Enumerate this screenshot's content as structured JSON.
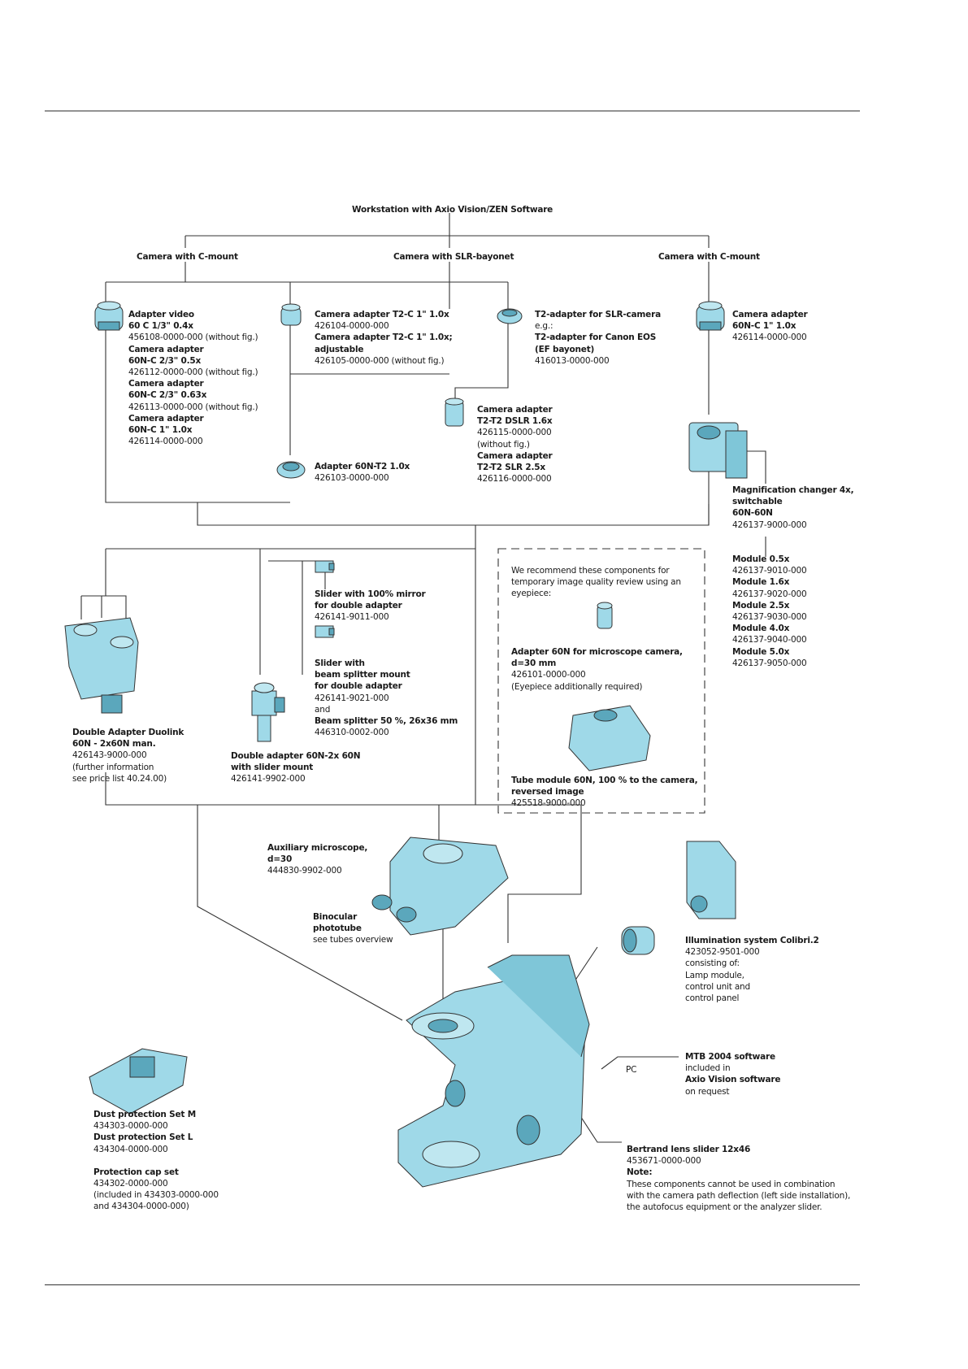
{
  "top": {
    "workstation": "Workstation with Axio Vision/ZEN Software",
    "cam_left": "Camera with C-mount",
    "cam_mid": "Camera with SLR-bayonet",
    "cam_right": "Camera with C-mount"
  },
  "adapter_video": {
    "l1": "Adapter video",
    "l2": "60 C 1/3\" 0.4x",
    "l3": "456108-0000-000 (without fig.)",
    "l4": "Camera adapter",
    "l5": "60N-C 2/3\" 0.5x",
    "l6": "426112-0000-000 (without fig.)",
    "l7": "Camera adapter",
    "l8": "60N-C 2/3\" 0.63x",
    "l9": "426113-0000-000 (without fig.)",
    "l10": "Camera adapter",
    "l11": "60N-C 1\" 1.0x",
    "l12": "426114-0000-000"
  },
  "t2c": {
    "l1": "Camera adapter T2-C 1\" 1.0x",
    "l2": "426104-0000-000",
    "l3": "Camera adapter T2-C 1\" 1.0x;",
    "l4": "adjustable",
    "l5": "426105-0000-000 (without fig.)"
  },
  "t2slr": {
    "l1": "T2-adapter for SLR-camera",
    "l2": "e.g.:",
    "l3": "T2-adapter for Canon EOS",
    "l4": "(EF bayonet)",
    "l5": "416013-0000-000"
  },
  "cam60nc": {
    "l1": "Camera adapter",
    "l2": "60N-C 1\" 1.0x",
    "l3": "426114-0000-000"
  },
  "t2t2": {
    "l1": "Camera adapter",
    "l2": "T2-T2 DSLR 1.6x",
    "l3": "426115-0000-000",
    "l4": "(without fig.)",
    "l5": "Camera adapter",
    "l6": "T2-T2 SLR 2.5x",
    "l7": "426116-0000-000"
  },
  "adapter60nt2": {
    "l1": "Adapter 60N-T2 1.0x",
    "l2": "426103-0000-000"
  },
  "magchanger": {
    "l1": "Magnification changer 4x,",
    "l2": "switchable",
    "l3": "60N-60N",
    "l4": "426137-9000-000",
    "m1": "Module 0.5x",
    "m1n": "426137-9010-000",
    "m2": "Module 1.6x",
    "m2n": "426137-9020-000",
    "m3": "Module 2.5x",
    "m3n": "426137-9030-000",
    "m4": "Module 4.0x",
    "m4n": "426137-9040-000",
    "m5": "Module 5.0x",
    "m5n": "426137-9050-000"
  },
  "slider100": {
    "l1": "Slider with 100% mirror",
    "l2": "for double adapter",
    "l3": "426141-9011-000"
  },
  "sliderbeam": {
    "l1": "Slider with",
    "l2": "beam splitter mount",
    "l3": "for double adapter",
    "l4": "426141-9021-000",
    "l5": "and",
    "l6": "Beam splitter 50 %, 26x36 mm",
    "l7": "446310-0002-000"
  },
  "recommend": {
    "l1": "We recommend these components for",
    "l2": "temporary image quality review using an",
    "l3": "eyepiece:",
    "a1": "Adapter 60N for microscope camera,",
    "a2": "d=30 mm",
    "a3": "426101-0000-000",
    "a4": "(Eyepiece additionally required)",
    "t1": "Tube module 60N, 100 % to the camera,",
    "t2": "reversed image",
    "t3": "425518-9000-000"
  },
  "duolink": {
    "l1": "Double Adapter Duolink",
    "l2": "60N - 2x60N man.",
    "l3": "426143-9000-000",
    "l4": "(further information",
    "l5": "see price list 40.24.00)"
  },
  "doubleadapter": {
    "l1": "Double adapter 60N-2x 60N",
    "l2": "with slider mount",
    "l3": "426141-9902-000"
  },
  "auxiliary": {
    "l1": "Auxiliary microscope,",
    "l2": "d=30",
    "l3": "444830-9902-000"
  },
  "binocular": {
    "l1": "Binocular",
    "l2": "phototube",
    "l3": "see tubes overview"
  },
  "colibri": {
    "l1": "Illumination system Colibri.2",
    "l2": "423052-9501-000",
    "l3": "consisting of:",
    "l4": "Lamp module,",
    "l5": "control unit and",
    "l6": "control panel"
  },
  "mtb": {
    "pc": "PC",
    "l1": "MTB 2004 software",
    "l2": "included in",
    "l3": "Axio Vision software",
    "l4": "on request"
  },
  "bertrand": {
    "l1": "Bertrand lens slider 12x46",
    "l2": "453671-0000-000",
    "l3": "Note:",
    "l4": "These components cannot be used in combination",
    "l5": "with the camera path deflection (left side installation),",
    "l6": "the autofocus equipment or the analyzer slider."
  },
  "dust": {
    "l1": "Dust protection Set M",
    "l2": "434303-0000-000",
    "l3": "Dust protection Set L",
    "l4": "434304-0000-000",
    "l5": "Protection cap set",
    "l6": "434302-0000-000",
    "l7": "(included in 434303-0000-000",
    "l8": "and 434304-0000-000)"
  },
  "colors": {
    "part": "#9fd9e8",
    "part_dark": "#5ba7bc",
    "line": "#333333"
  }
}
